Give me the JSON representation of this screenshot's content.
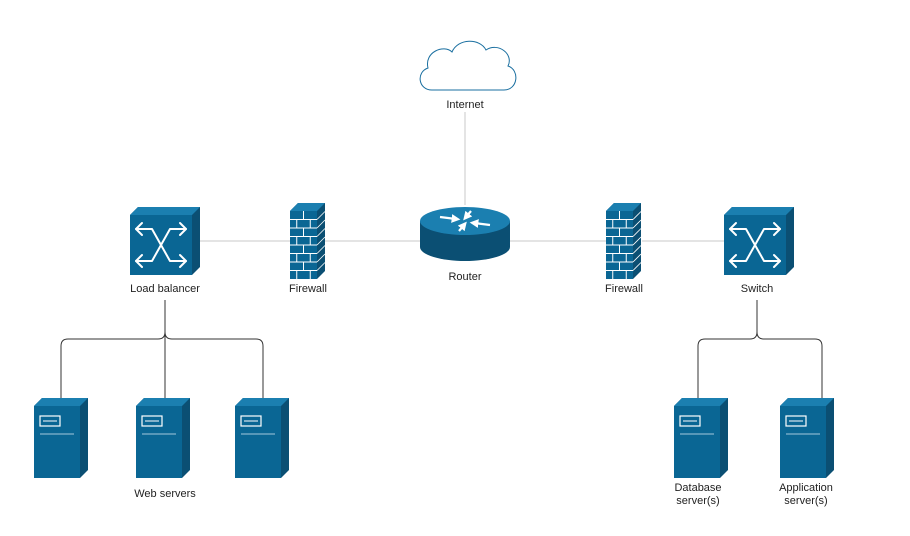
{
  "colors": {
    "device_front": "#0a6694",
    "device_side": "#0b4f73",
    "device_top": "#1b7fb0",
    "outline": "#d9eaf3",
    "link": "#c8c8c8",
    "tree": "#333333",
    "cloud_stroke": "#1a6fa0"
  },
  "labels": {
    "internet": "Internet",
    "router": "Router",
    "firewall_left": "Firewall",
    "firewall_right": "Firewall",
    "load_balancer": "Load balancer",
    "switch": "Switch",
    "web_servers": "Web servers",
    "database_servers_line1": "Database",
    "database_servers_line2": "server(s)",
    "application_servers_line1": "Application",
    "application_servers_line2": "server(s)"
  },
  "icons": {
    "internet": "cloud-icon",
    "router": "router-icon",
    "firewall": "firewall-icon",
    "load_balancer": "switch-icon",
    "switch": "switch-icon",
    "server": "server-icon"
  }
}
